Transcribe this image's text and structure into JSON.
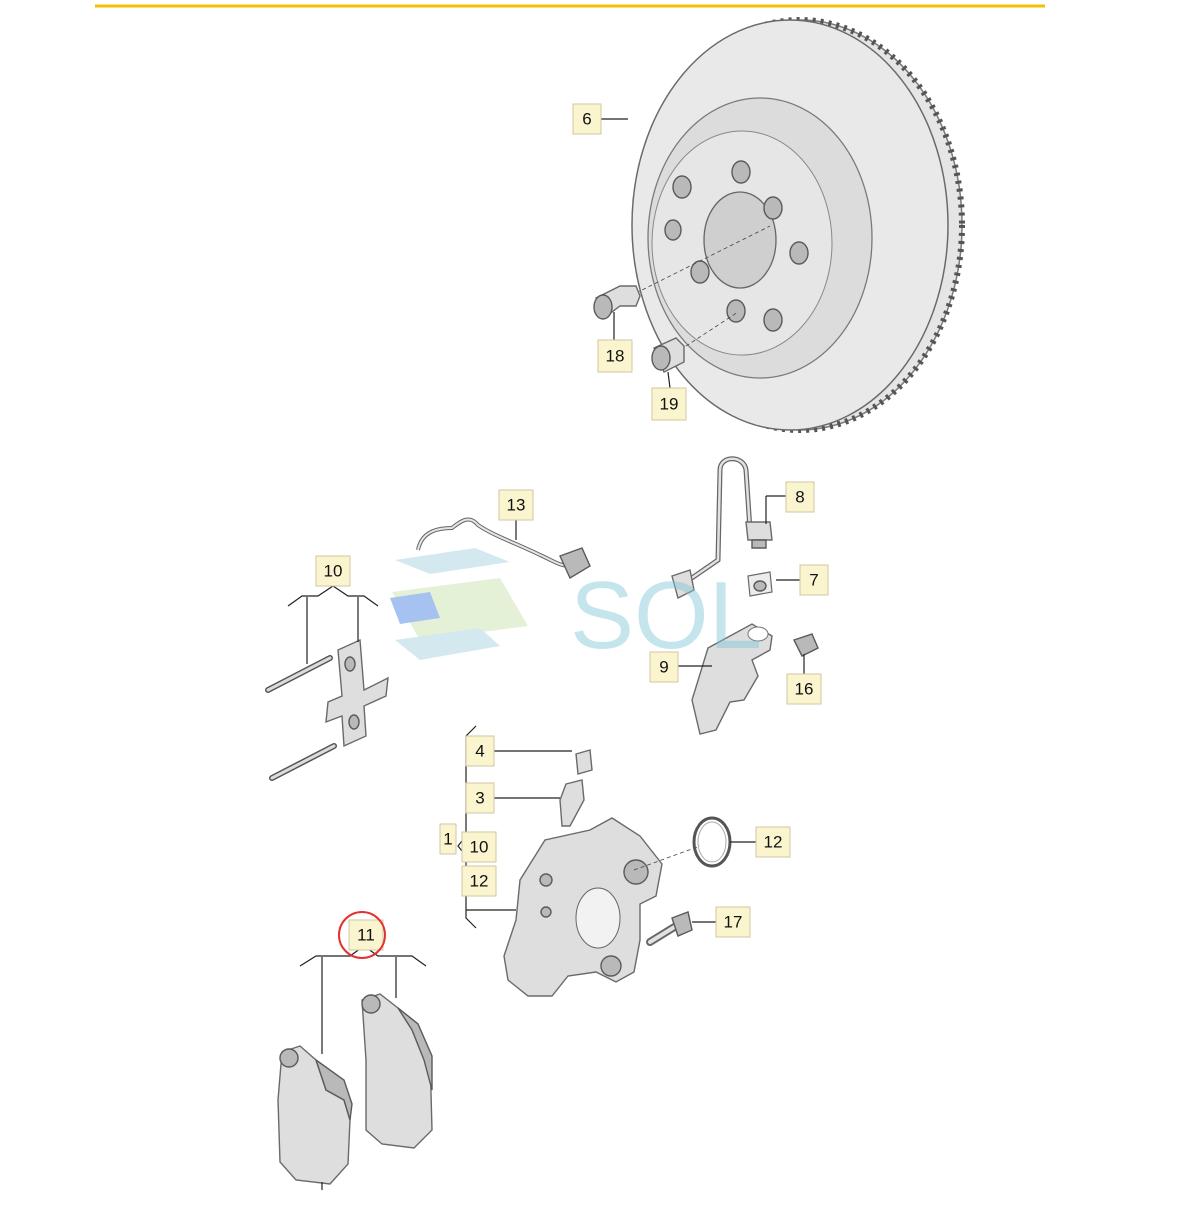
{
  "header": {
    "accent_color": "#f2c200"
  },
  "watermark": {
    "text": "SOL",
    "color": "#7fc7d8"
  },
  "highlight_color": "#e33030",
  "callouts": [
    {
      "id": "6",
      "label": "6"
    },
    {
      "id": "18",
      "label": "18"
    },
    {
      "id": "19",
      "label": "19"
    },
    {
      "id": "13",
      "label": "13"
    },
    {
      "id": "8",
      "label": "8"
    },
    {
      "id": "7",
      "label": "7"
    },
    {
      "id": "10a",
      "label": "10"
    },
    {
      "id": "9",
      "label": "9"
    },
    {
      "id": "16",
      "label": "16"
    },
    {
      "id": "4",
      "label": "4"
    },
    {
      "id": "3",
      "label": "3"
    },
    {
      "id": "1",
      "label": "1"
    },
    {
      "id": "10b",
      "label": "10"
    },
    {
      "id": "12a",
      "label": "12"
    },
    {
      "id": "12b",
      "label": "12"
    },
    {
      "id": "17",
      "label": "17"
    },
    {
      "id": "11",
      "label": "11"
    }
  ],
  "parts": {
    "brake_disc": "brake-disc",
    "disc_bolt": "disc-bolt",
    "disc_plug": "disc-plug",
    "wear_sensor": "wear-sensor",
    "brake_line": "brake-line",
    "bracket": "bracket",
    "pins_and_spring": "pins-and-spring",
    "caliper": "caliper",
    "seal_ring": "seal-ring",
    "caliper_bolt": "caliper-bolt",
    "brake_pads": "brake-pads"
  }
}
